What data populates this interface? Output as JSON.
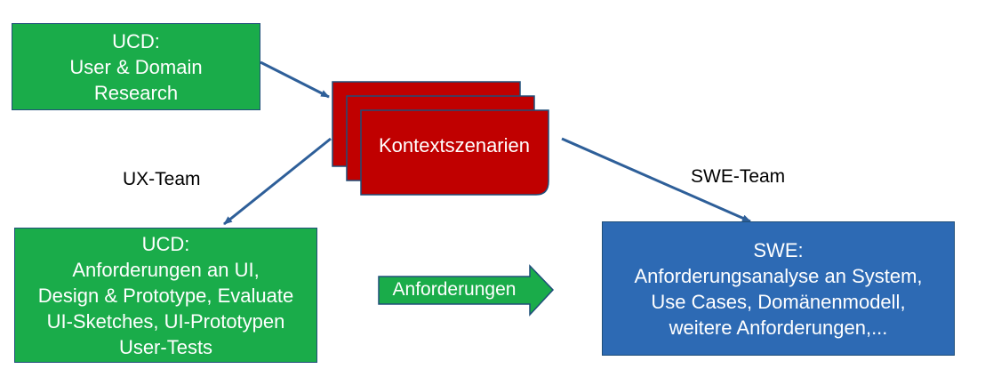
{
  "boxes": {
    "ucd_research": {
      "lines": [
        "UCD:",
        "User & Domain",
        "Research"
      ]
    },
    "ucd_requirements": {
      "lines": [
        "UCD:",
        "Anforderungen an UI,",
        "Design & Prototype, Evaluate",
        "UI-Sketches, UI-Prototypen",
        "User-Tests"
      ]
    },
    "swe": {
      "lines": [
        "SWE:",
        "Anforderungsanalyse an System,",
        "Use Cases, Domänenmodell,",
        "weitere Anforderungen,..."
      ]
    }
  },
  "documents": {
    "label": "Kontextszenarien"
  },
  "labels": {
    "ux_team": "UX-Team",
    "swe_team": "SWE-Team"
  },
  "block_arrow": {
    "label": "Anforderungen"
  },
  "colors": {
    "green": "#1aac4a",
    "blue": "#2d6ab4",
    "red": "#c00000",
    "arrow": "#2e5f99",
    "border": "#1f4e79"
  }
}
